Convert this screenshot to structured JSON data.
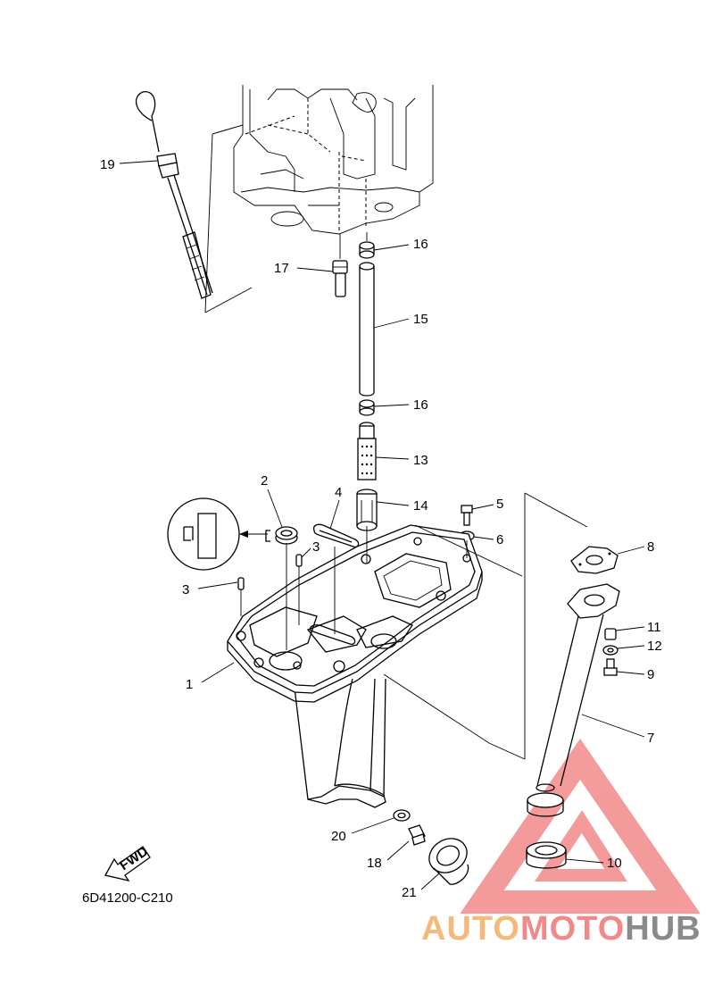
{
  "diagram_code": "6D41200-C210",
  "fwd_label": "FWD",
  "watermark": {
    "auto": "AUTO",
    "moto": "MOTO",
    "hub": "HUB",
    "colors": {
      "auto": "#f5b97a",
      "moto": "#f08a8a",
      "hub": "#8a8a8a",
      "logo": "#f07a7a"
    }
  },
  "callouts": [
    "1",
    "2",
    "3",
    "3",
    "4",
    "5",
    "6",
    "7",
    "8",
    "9",
    "10",
    "11",
    "12",
    "13",
    "14",
    "15",
    "16",
    "16",
    "17",
    "18",
    "19",
    "20",
    "21"
  ]
}
